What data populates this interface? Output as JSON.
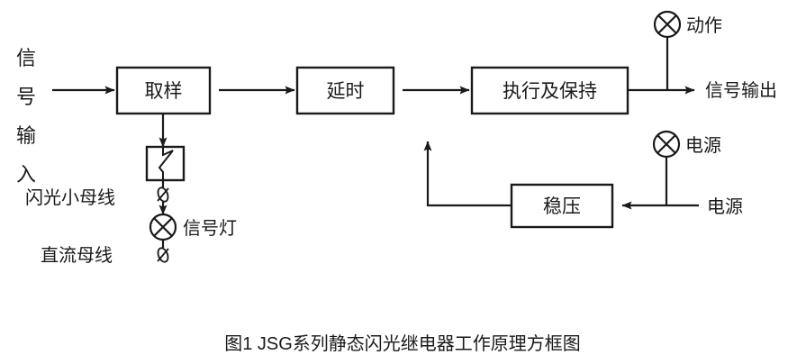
{
  "figure": {
    "caption": "图1  JSG系列静态闪光继电器工作原理方框图",
    "background_color": "#ffffff",
    "line_color": "#1a1a1a",
    "text_color": "#1a1a1a"
  },
  "blocks": [
    {
      "id": "sampling",
      "label": "取样"
    },
    {
      "id": "delay",
      "label": "延时"
    },
    {
      "id": "execute_hold",
      "label": "执行及保持"
    },
    {
      "id": "regulator",
      "label": "稳压"
    }
  ],
  "vertical_input_label": {
    "name": "signal-input",
    "text": "信号输入",
    "chars": [
      "信",
      "号",
      "输",
      "入"
    ]
  },
  "labels": {
    "flash_bus": "闪光小母线",
    "dc_bus": "直流母线",
    "signal_lamp": "信号灯",
    "action_lamp": "动作",
    "power_lamp": "电源",
    "power_input": "电源",
    "signal_output": "信号输出"
  },
  "symbols": {
    "lamp_action": "动作",
    "lamp_power": "电源",
    "lamp_signal": "信号灯",
    "relay_contact": "继电器接点",
    "terminal": "ø"
  },
  "flow": {
    "main_chain": [
      "信号输入",
      "取样",
      "延时",
      "执行及保持",
      "信号输出"
    ],
    "branch_from_sampling": [
      "继电器接点",
      "信号灯"
    ],
    "power_chain": [
      "电源",
      "稳压",
      "执行及保持"
    ]
  }
}
